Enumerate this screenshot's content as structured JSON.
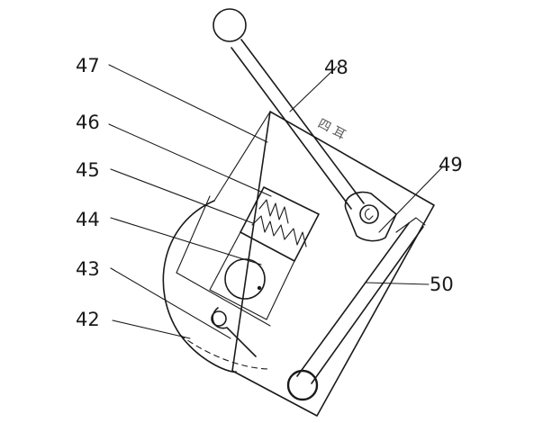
{
  "labels": {
    "l42": "42",
    "l43": "43",
    "l44": "44",
    "l45": "45",
    "l46": "46",
    "l47": "47",
    "l48": "48",
    "l49": "49",
    "l50": "50"
  },
  "stamp": "四 耳"
}
